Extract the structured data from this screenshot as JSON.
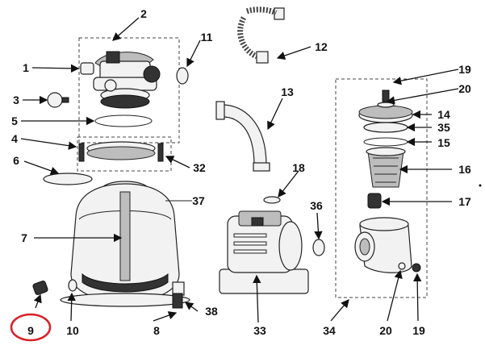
{
  "callouts": {
    "c1": "1",
    "c2": "2",
    "c3": "3",
    "c4": "4",
    "c5": "5",
    "c6": "6",
    "c7": "7",
    "c8": "8",
    "c9": "9",
    "c10": "10",
    "c11": "11",
    "c12": "12",
    "c13": "13",
    "c14": "14",
    "c15": "15",
    "c16": "16",
    "c17": "17",
    "c18": "18",
    "c19a": "19",
    "c19b": "19",
    "c20a": "20",
    "c20b": "20",
    "c32": "32",
    "c33": "33",
    "c34": "34",
    "c35": "35",
    "c36": "36",
    "c37": "37",
    "c38": "38"
  },
  "highlight": {
    "part": "9",
    "color": "#d81f26"
  },
  "colors": {
    "line": "#222222",
    "fill": "#f2f2f2",
    "dark": "#333333"
  }
}
